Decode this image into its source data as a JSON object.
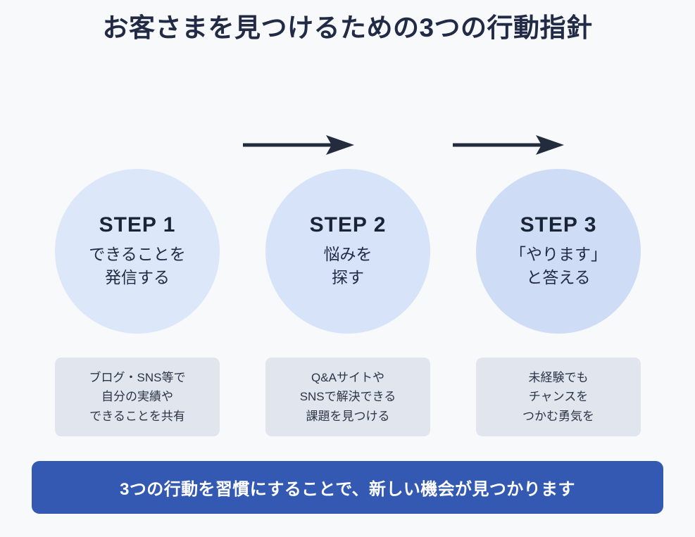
{
  "title": "お客さまを見つけるための3つの行動指針",
  "colors": {
    "background": "#f8f9fb",
    "text_dark": "#222b45",
    "circle_1": "#dce8f9",
    "circle_2": "#d6e3f8",
    "circle_3": "#cedcf5",
    "caption_box": "#e1e6ee",
    "banner": "#3459b2",
    "banner_text": "#ffffff",
    "arrow": "#232c3d"
  },
  "steps": [
    {
      "label": "STEP 1",
      "desc_line1": "できることを",
      "desc_line2": "発信する",
      "caption_line1": "ブログ・SNS等で",
      "caption_line2": "自分の実績や",
      "caption_line3": "できることを共有"
    },
    {
      "label": "STEP 2",
      "desc_line1": "悩みを",
      "desc_line2": "探す",
      "caption_line1": "Q&Aサイトや",
      "caption_line2": "SNSで解決できる",
      "caption_line3": "課題を見つける"
    },
    {
      "label": "STEP 3",
      "desc_line1": "「やります」",
      "desc_line2": "と答える",
      "caption_line1": "未経験でも",
      "caption_line2": "チャンスを",
      "caption_line3": "つかむ勇気を"
    }
  ],
  "arrows": [
    {
      "name": "arrow-step1-to-step2"
    },
    {
      "name": "arrow-step2-to-step3"
    }
  ],
  "banner": {
    "text": "3つの行動を習慣にすることで、新しい機会が見つかります"
  }
}
